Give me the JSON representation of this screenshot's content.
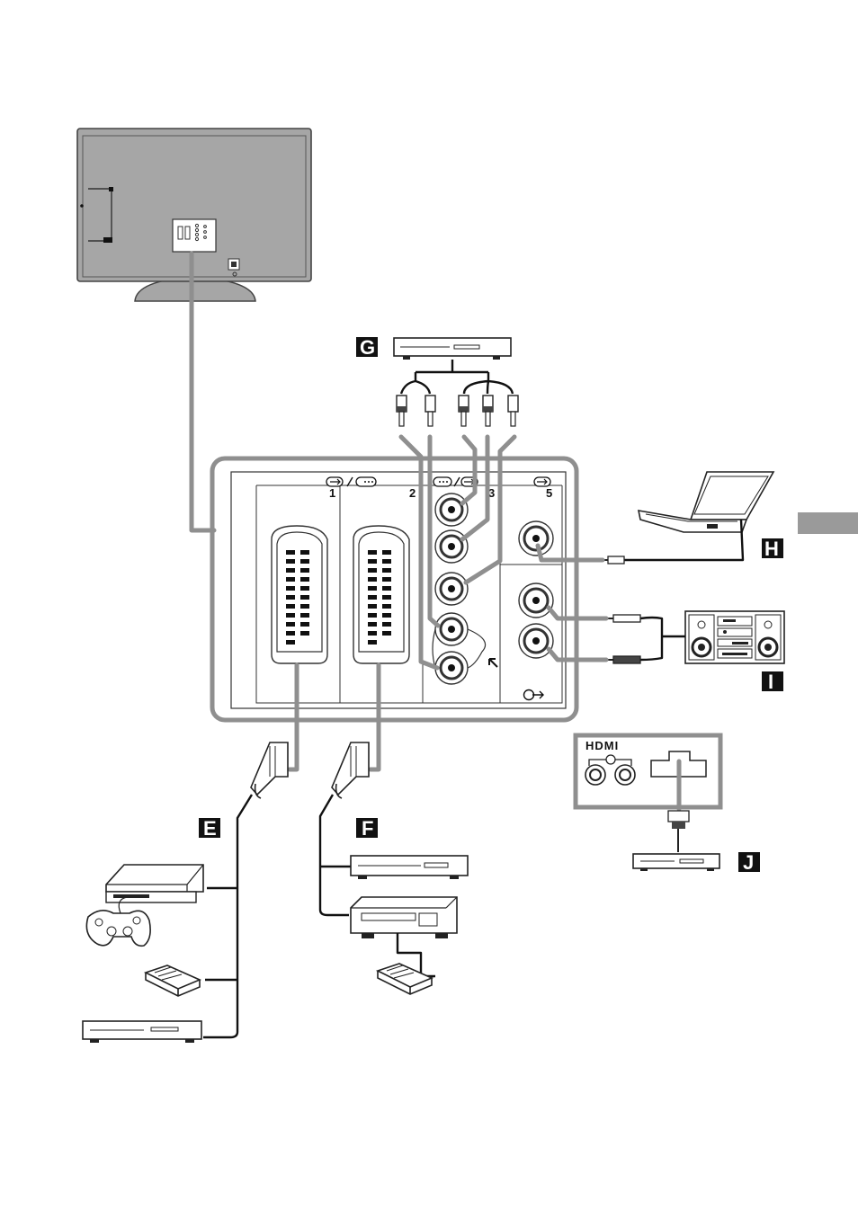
{
  "labels": {
    "e": "E",
    "f": "F",
    "g": "G",
    "h": "H",
    "i": "I",
    "j": "J"
  },
  "sockets": {
    "s1": "1",
    "s2": "2",
    "s3": "3",
    "s5": "5"
  },
  "hdmi_logo": "HDMI",
  "colors": {
    "cable": "#8f8f8f",
    "tv_body": "#a6a6a6",
    "tab": "#9a9a9a",
    "label_bg": "#111111"
  }
}
